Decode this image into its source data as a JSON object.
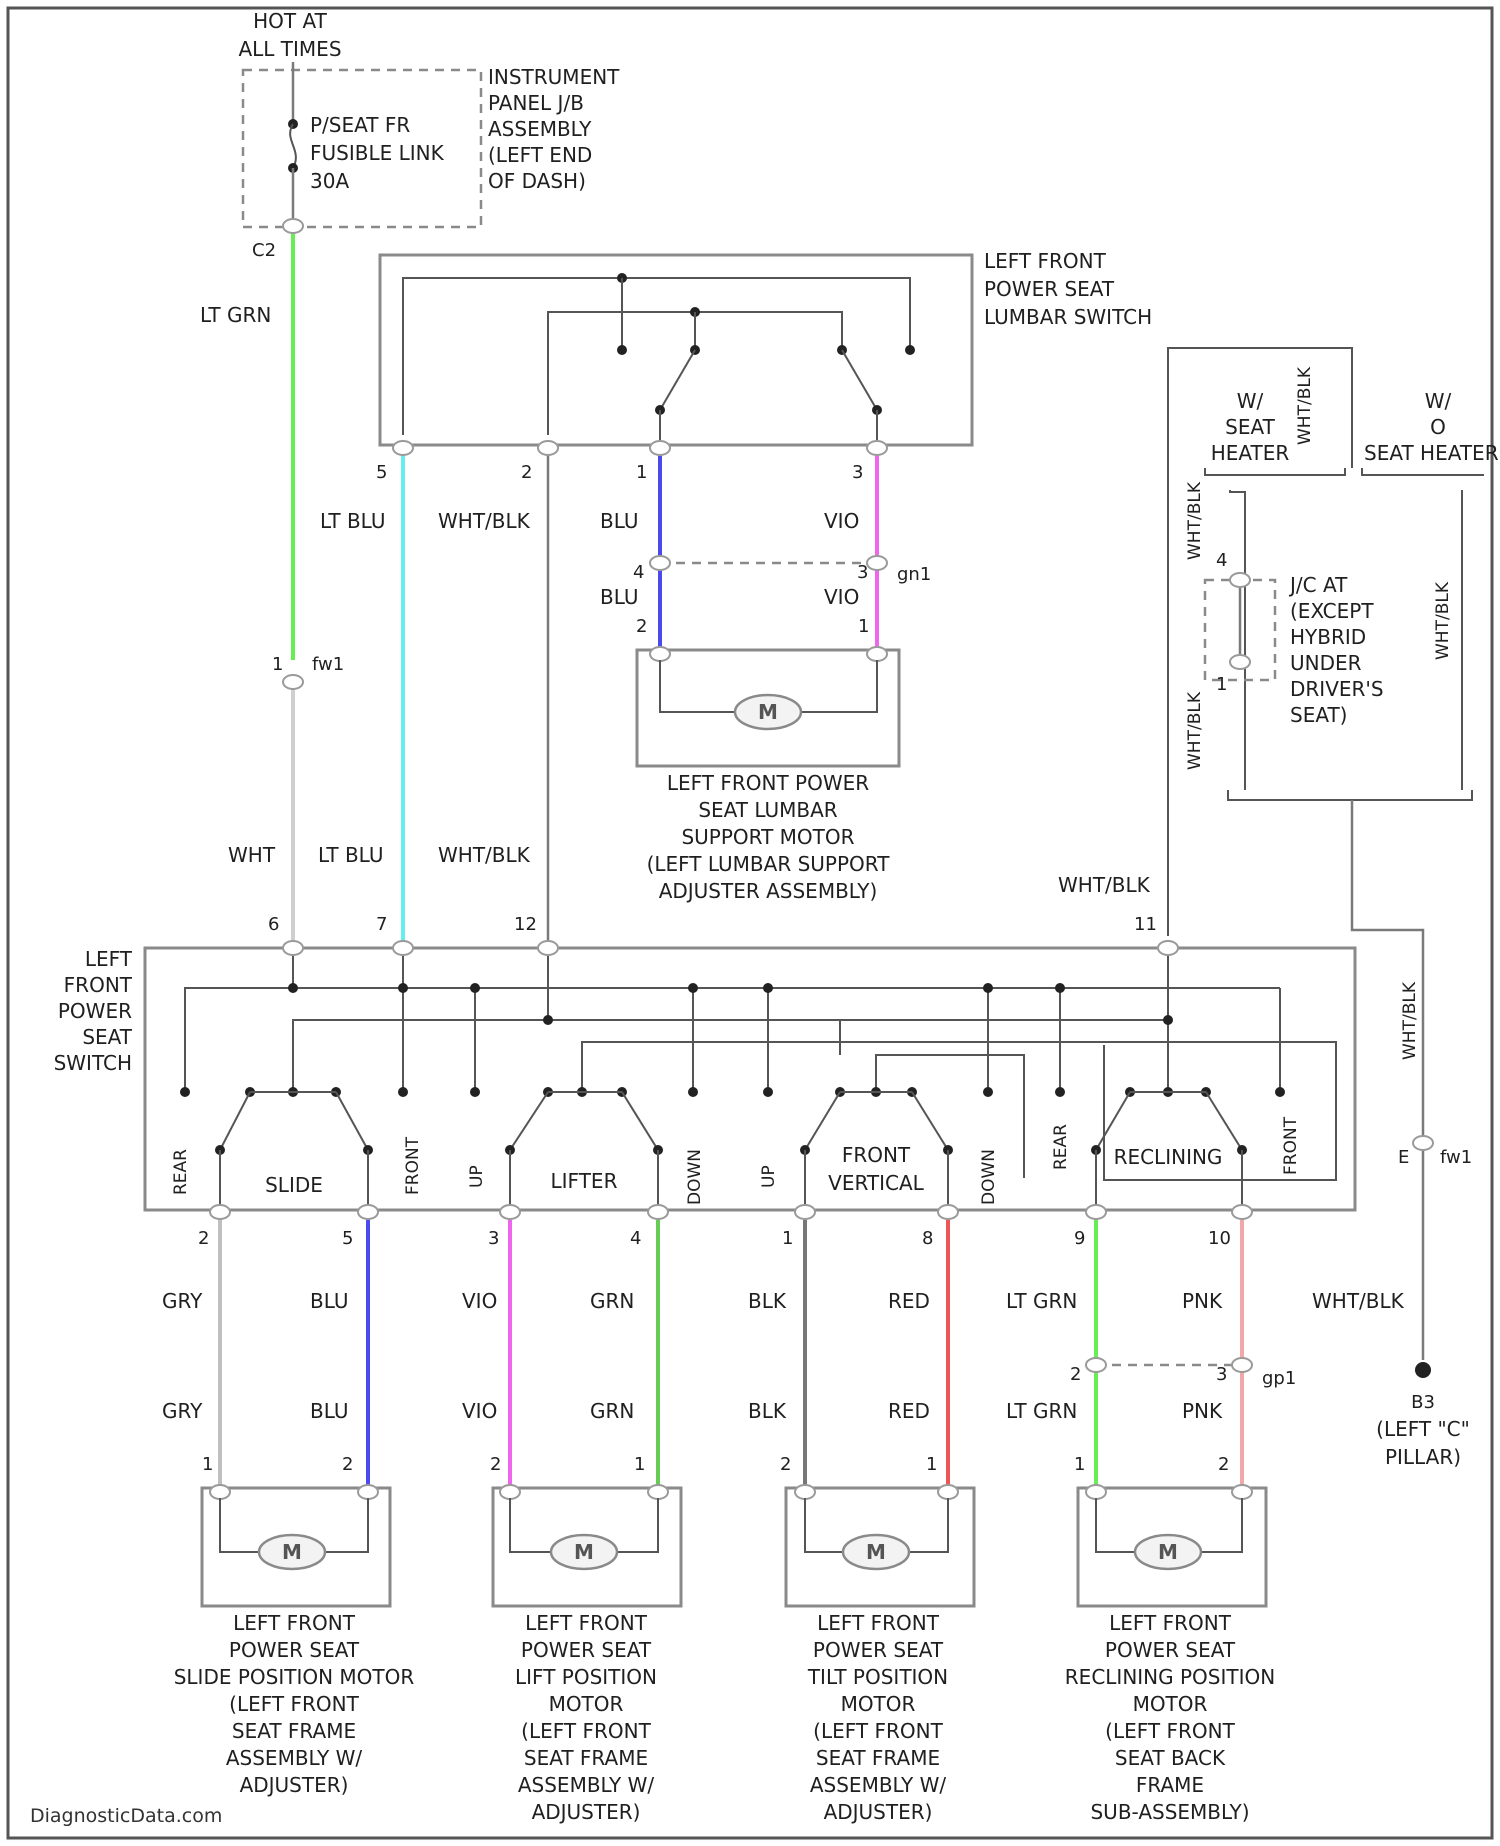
{
  "top_feed": {
    "hot_label": [
      "HOT AT",
      "ALL TIMES"
    ],
    "fuse_label": [
      "P/SEAT FR",
      "FUSIBLE LINK",
      "30A"
    ],
    "junction_label": [
      "INSTRUMENT",
      "PANEL J/B",
      "ASSEMBLY",
      "(LEFT END",
      "OF DASH)"
    ],
    "fuse_pin": "C2"
  },
  "lumbar_switch": {
    "label": [
      "LEFT FRONT",
      "POWER SEAT",
      "LUMBAR SWITCH"
    ],
    "pins": [
      "5",
      "2",
      "1",
      "3"
    ]
  },
  "lumbar_motor": {
    "label": [
      "LEFT FRONT POWER",
      "SEAT LUMBAR",
      "SUPPORT MOTOR",
      "(LEFT LUMBAR SUPPORT",
      "ADJUSTER ASSEMBLY)"
    ],
    "connector": "gn1",
    "connector_pins": [
      "4",
      "3"
    ],
    "motor_pins": [
      "2",
      "1"
    ]
  },
  "heater_area": {
    "with_heater": [
      "W/",
      "SEAT",
      "HEATER"
    ],
    "without_heater": [
      "W/",
      "O",
      "SEAT HEATER"
    ],
    "wht_blk_vertical": "WHT/BLK",
    "jc_label": [
      "J/C AT",
      "(EXCEPT",
      "HYBRID",
      "UNDER",
      "DRIVER'S",
      "SEAT)"
    ],
    "jc_pins": [
      "4",
      "1"
    ]
  },
  "wire_colors": {
    "lt_grn": "LT GRN",
    "lt_blu": "LT BLU",
    "wht_blk": "WHT/BLK",
    "blu": "BLU",
    "vio": "VIO",
    "wht": "WHT",
    "gry": "GRY",
    "grn": "GRN",
    "blk": "BLK",
    "red": "RED",
    "pnk": "PNK"
  },
  "connectors": {
    "fw1": "fw1",
    "fw1_pin_top": "1",
    "fw1_pin_right": "E"
  },
  "seat_switch": {
    "label": [
      "LEFT",
      "FRONT",
      "POWER",
      "SEAT",
      "SWITCH"
    ],
    "top_pins": [
      "6",
      "7",
      "12",
      "11"
    ],
    "bottom_pins": [
      "2",
      "5",
      "3",
      "4",
      "1",
      "8",
      "9",
      "10"
    ],
    "sections": {
      "slide": "SLIDE",
      "lifter": "LIFTER",
      "front_vertical": [
        "FRONT",
        "VERTICAL"
      ],
      "reclining": "RECLINING",
      "rear": "REAR",
      "front": "FRONT",
      "up": "UP",
      "down": "DOWN"
    }
  },
  "ground": {
    "id": "B3",
    "label": [
      "(LEFT \"C\"",
      "PILLAR)"
    ]
  },
  "recline_connector": {
    "id": "gp1",
    "pins": [
      "2",
      "3"
    ]
  },
  "motors": [
    {
      "pins": [
        "1",
        "2"
      ],
      "label": [
        "LEFT FRONT",
        "POWER SEAT",
        "SLIDE POSITION MOTOR",
        "(LEFT FRONT",
        "SEAT FRAME",
        "ASSEMBLY W/",
        "ADJUSTER)"
      ]
    },
    {
      "pins": [
        "2",
        "1"
      ],
      "label": [
        "LEFT FRONT",
        "POWER SEAT",
        "LIFT POSITION",
        "MOTOR",
        "(LEFT FRONT",
        "SEAT FRAME",
        "ASSEMBLY W/",
        "ADJUSTER)"
      ]
    },
    {
      "pins": [
        "2",
        "1"
      ],
      "label": [
        "LEFT FRONT",
        "POWER SEAT",
        "TILT POSITION",
        "MOTOR",
        "(LEFT FRONT",
        "SEAT FRAME",
        "ASSEMBLY W/",
        "ADJUSTER)"
      ]
    },
    {
      "pins": [
        "1",
        "2"
      ],
      "label": [
        "LEFT FRONT",
        "POWER SEAT",
        "RECLINING POSITION",
        "MOTOR",
        "(LEFT FRONT",
        "SEAT BACK",
        "FRAME",
        "SUB-ASSEMBLY)"
      ]
    }
  ],
  "motor_letter": "M",
  "credit": "DiagnosticData.com",
  "colors": {
    "lt_grn": "#66ee55",
    "lt_blu": "#66eeee",
    "blu": "#4a4aee",
    "vio": "#ee66ee",
    "grn": "#66cc55",
    "blk": "#777777",
    "red": "#ee5555",
    "pnk": "#f2a8a8",
    "gry": "#bfbfbf",
    "wht": "#cfcfcf"
  }
}
